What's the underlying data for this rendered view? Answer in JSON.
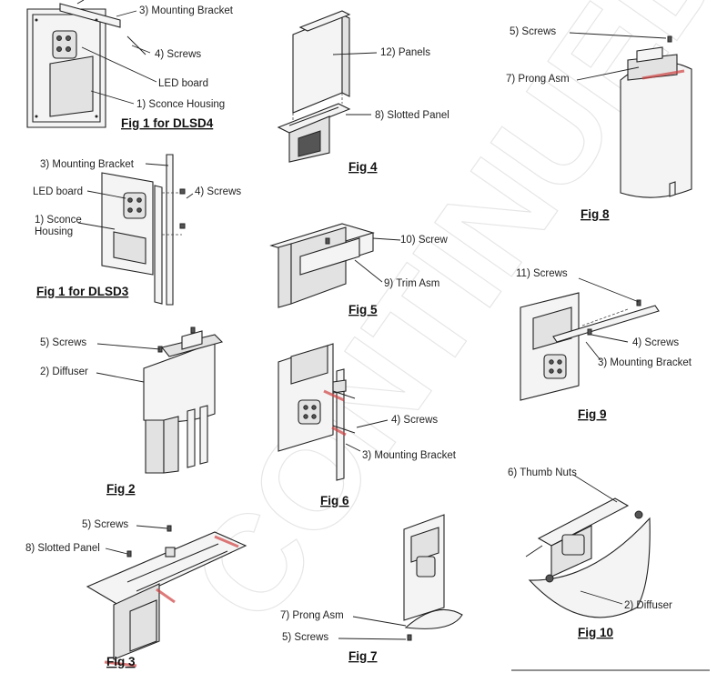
{
  "figures": [
    {
      "id": "fig1a",
      "caption": "Fig 1 for DLSD4",
      "labels": [
        "3) Mounting Bracket",
        "4) Screws",
        "LED board",
        "1) Sconce Housing"
      ]
    },
    {
      "id": "fig1b",
      "caption": "Fig 1 for DLSD3",
      "labels": [
        "3) Mounting Bracket",
        "LED board",
        "4) Screws",
        "1) Sconce",
        "Housing"
      ]
    },
    {
      "id": "fig2",
      "caption": "Fig 2",
      "labels": [
        "5) Screws",
        "2) Diffuser"
      ]
    },
    {
      "id": "fig3",
      "caption": "Fig 3",
      "labels": [
        "5) Screws",
        "8) Slotted Panel"
      ]
    },
    {
      "id": "fig4",
      "caption": "Fig 4",
      "labels": [
        "12) Panels",
        "8) Slotted Panel"
      ]
    },
    {
      "id": "fig5",
      "caption": "Fig 5",
      "labels": [
        "10) Screw",
        "9) Trim Asm"
      ]
    },
    {
      "id": "fig6",
      "caption": "Fig 6",
      "labels": [
        "4) Screws",
        "3) Mounting Bracket"
      ]
    },
    {
      "id": "fig7",
      "caption": "Fig 7",
      "labels": [
        "7) Prong Asm",
        "5) Screws"
      ]
    },
    {
      "id": "fig8",
      "caption": "Fig 8",
      "labels": [
        "5) Screws",
        "7) Prong Asm"
      ]
    },
    {
      "id": "fig9",
      "caption": "Fig 9",
      "labels": [
        "11) Screws",
        "4) Screws",
        "3) Mounting Bracket"
      ]
    },
    {
      "id": "fig10",
      "caption": "Fig 10",
      "labels": [
        "6) Thumb Nuts",
        "2) Diffuser"
      ]
    }
  ],
  "watermark": "CONTINUED",
  "colors": {
    "ink": "#222222",
    "highlight": "#d04040"
  }
}
